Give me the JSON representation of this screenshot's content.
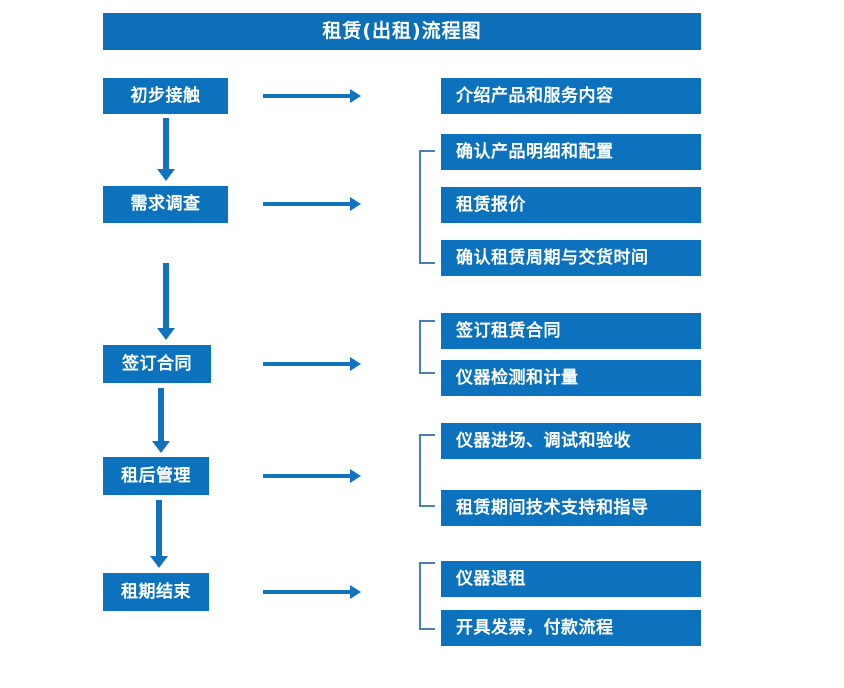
{
  "diagram": {
    "title": "租赁(出租)流程图",
    "accent_color": "#0d72bd",
    "title_bar_color": "#0c6fb8",
    "arrow_color": "#1173bd",
    "bracket_color": "#4a7fb5",
    "background_color": "#ffffff",
    "text_color": "#ffffff"
  },
  "stages": [
    {
      "label": "初步接触"
    },
    {
      "label": "需求调查"
    },
    {
      "label": "签订合同"
    },
    {
      "label": "租后管理"
    },
    {
      "label": "租期结束"
    }
  ],
  "details": [
    {
      "label": "介绍产品和服务内容"
    },
    {
      "label": "确认产品明细和配置"
    },
    {
      "label": "租赁报价"
    },
    {
      "label": "确认租赁周期与交货时间"
    },
    {
      "label": "签订租赁合同"
    },
    {
      "label": "仪器检测和计量"
    },
    {
      "label": "仪器进场、调试和验收"
    },
    {
      "label": "租赁期间技术支持和指导"
    },
    {
      "label": "仪器退租"
    },
    {
      "label": "开具发票，付款流程"
    }
  ],
  "groups": [
    {
      "stage": "初步接触",
      "details": [
        "介绍产品和服务内容"
      ]
    },
    {
      "stage": "需求调查",
      "details": [
        "确认产品明细和配置",
        "租赁报价",
        "确认租赁周期与交货时间"
      ]
    },
    {
      "stage": "签订合同",
      "details": [
        "签订租赁合同",
        "仪器检测和计量"
      ]
    },
    {
      "stage": "租后管理",
      "details": [
        "仪器进场、调试和验收",
        "租赁期间技术支持和指导"
      ]
    },
    {
      "stage": "租期结束",
      "details": [
        "仪器退租",
        "开具发票，付款流程"
      ]
    }
  ]
}
